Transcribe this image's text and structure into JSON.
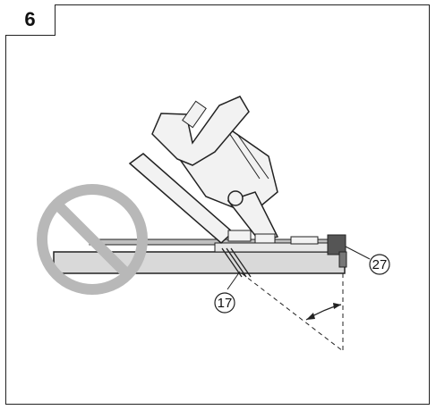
{
  "figure": {
    "number": "6"
  },
  "callouts": {
    "guide": "27",
    "blade": "17"
  },
  "colors": {
    "line": "#222222",
    "prohibition": "#b8b8b8",
    "workpiece_fill": "#d9d9d9",
    "guide_fill": "#555555",
    "saw_fill": "#f2f2f2"
  },
  "icons": {
    "prohibition": "prohibition-icon"
  }
}
